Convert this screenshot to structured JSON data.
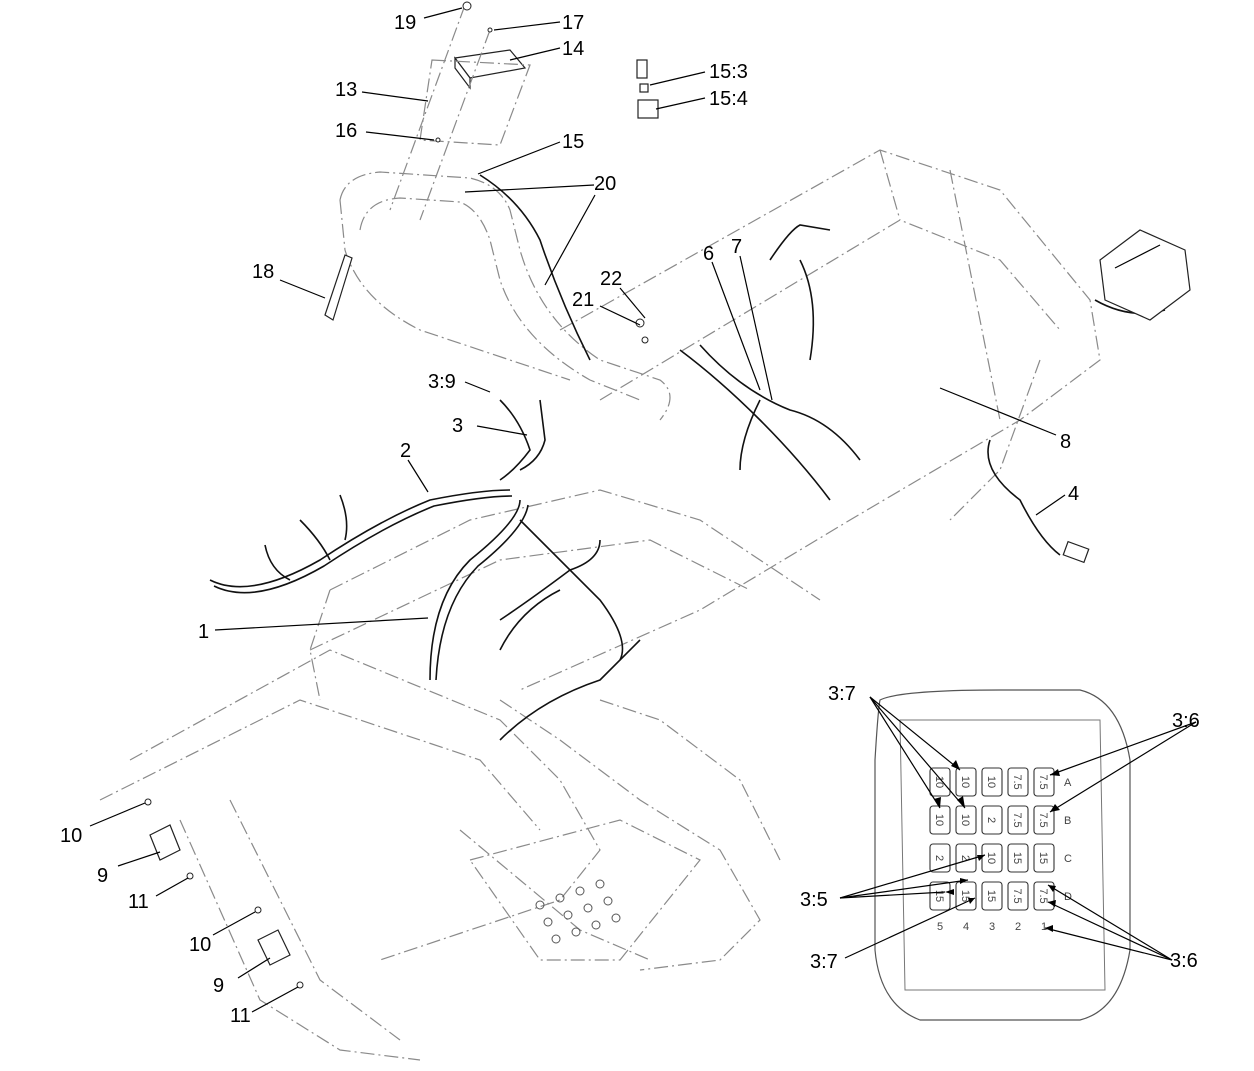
{
  "callouts": {
    "c1": "1",
    "c2": "2",
    "c3": "3",
    "c3_9": "3:9",
    "c4": "4",
    "c6": "6",
    "c7": "7",
    "c8": "8",
    "c9a": "9",
    "c9b": "9",
    "c10a": "10",
    "c10b": "10",
    "c11a": "11",
    "c11b": "11",
    "c13": "13",
    "c14": "14",
    "c15": "15",
    "c15_3": "15:3",
    "c15_4": "15:4",
    "c16": "16",
    "c17": "17",
    "c18": "18",
    "c19": "19",
    "c20": "20",
    "c21": "21",
    "c22": "22"
  },
  "fuse_block": {
    "c3_7_top": "3:7",
    "c3_6_top": "3:6",
    "c3_5": "3:5",
    "c3_7_bottom": "3:7",
    "c3_6_bottom": "3:6",
    "column_letters": [
      "A",
      "B",
      "C",
      "D"
    ],
    "rows": [
      [
        "10",
        "10",
        "10",
        "7.5",
        "7.5"
      ],
      [
        "10",
        "10",
        "2",
        "7.5",
        "7.5"
      ],
      [
        "2",
        "2",
        "10",
        "15",
        "15"
      ],
      [
        "15",
        "15",
        "15",
        "7.5",
        "7.5"
      ]
    ],
    "bottom_numbers": [
      "5",
      "4",
      "3",
      "2",
      "1"
    ]
  }
}
